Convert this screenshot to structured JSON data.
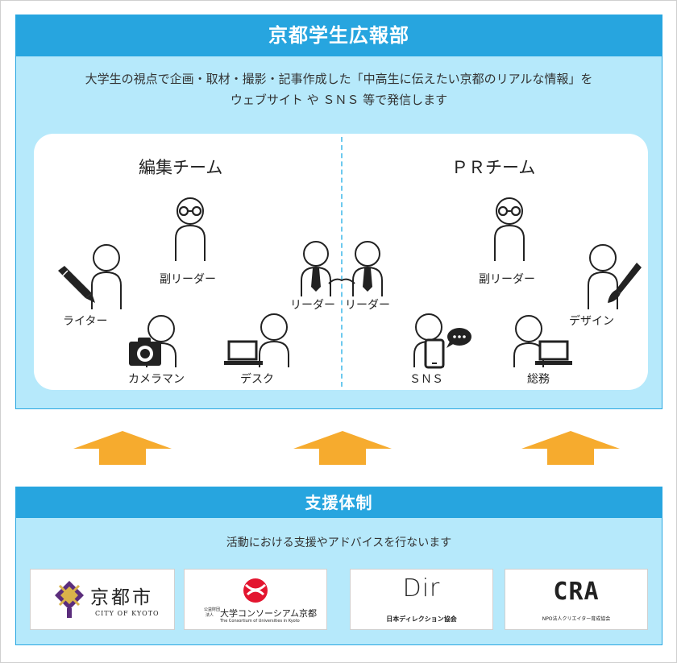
{
  "top": {
    "title": "京都学生広報部",
    "description": "大学生の視点で企画・取材・撮影・記事作成した「中高生に伝えたい京都のリアルな情報」を\nウェブサイト や ＳＮＳ 等で発信します"
  },
  "editorial_team": {
    "title": "編集チーム",
    "roles": {
      "sub_leader": "副リーダー",
      "writer": "ライター",
      "camera": "カメラマン",
      "desk": "デスク",
      "leader": "リーダー"
    }
  },
  "pr_team": {
    "title": "ＰＲチーム",
    "roles": {
      "leader": "リーダー",
      "sub_leader": "副リーダー",
      "design": "デザイン",
      "sns": "ＳＮＳ",
      "general": "総務"
    }
  },
  "support": {
    "title": "支援体制",
    "description": "活動における支援やアドバイスを行ないます",
    "logos": {
      "kyoto_city": {
        "name": "京都市",
        "sub": "CITY OF KYOTO"
      },
      "consortium": {
        "name": "大学コンソーシアム京都",
        "prefix_top": "公益財団",
        "prefix_bottom": "法人",
        "sub": "The Consortium of Universities in Kyoto"
      },
      "direction": {
        "mark": "Dir",
        "name": "日本ディレクション協会"
      },
      "cra": {
        "mark": "CRA",
        "name": "NPO法人クリエイター育成協会"
      }
    }
  },
  "colors": {
    "header_blue": "#27a5df",
    "panel_blue": "#b6e9fb",
    "arrow_orange": "#f6ab2e",
    "kyoto_purple": "#5b2d7c",
    "consortium_red": "#e3152f"
  }
}
